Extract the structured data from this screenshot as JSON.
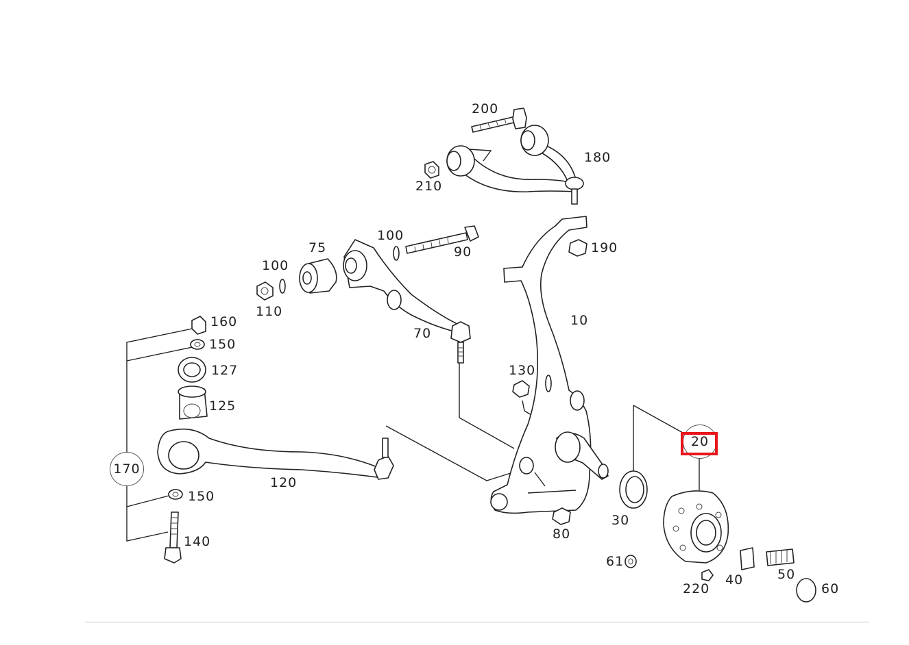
{
  "diagram": {
    "labels": {
      "p200": "200",
      "p210": "210",
      "p180": "180",
      "p100a": "100",
      "p90": "90",
      "p75": "75",
      "p100b": "100",
      "p110": "110",
      "p190": "190",
      "p10": "10",
      "p160": "160",
      "p150a": "150",
      "p127": "127",
      "p125": "125",
      "p70": "70",
      "p130": "130",
      "p170": "170",
      "p120": "120",
      "p150b": "150",
      "p140": "140",
      "p20": "20",
      "p30": "30",
      "p80": "80",
      "p61": "61",
      "p220": "220",
      "p40": "40",
      "p50": "50",
      "p60": "60"
    },
    "highlighted_part": "20",
    "highlight_color": "#e8151b"
  }
}
